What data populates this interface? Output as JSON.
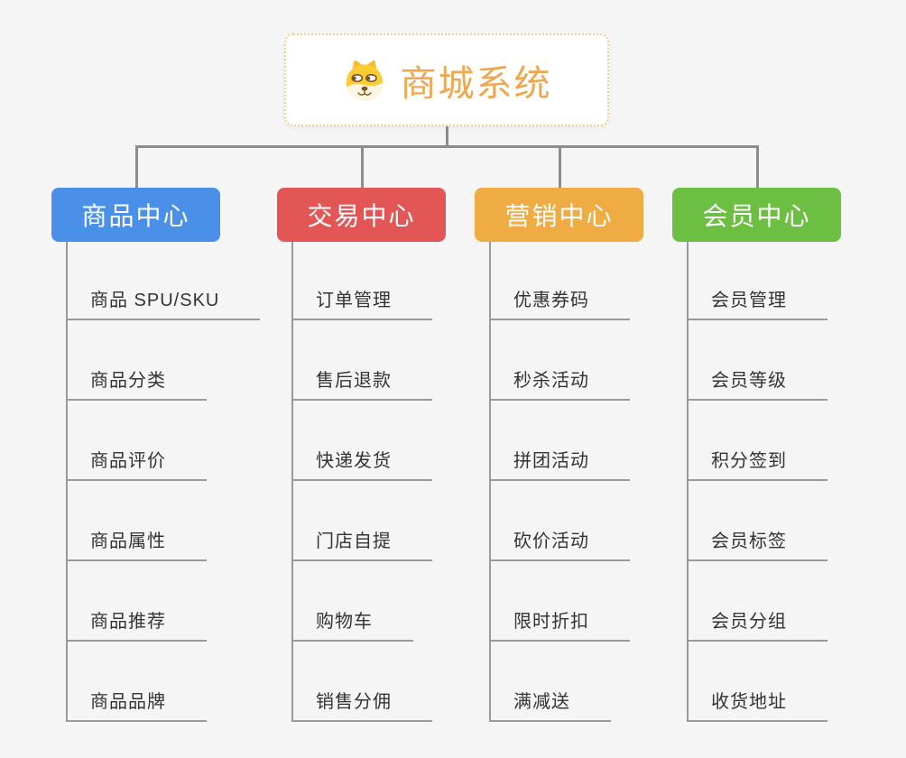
{
  "canvas": {
    "background": "#F5F5F6"
  },
  "colors": {
    "connector": "#8C8C8C",
    "child_line": "#999999",
    "child_text": "#333333"
  },
  "root": {
    "label": "商城系统",
    "icon": "shiba-dog-icon",
    "text_color": "#F0A64E",
    "border_color": "#F5CD8C",
    "background": "#FFFFFF"
  },
  "branches": [
    {
      "label": "商品中心",
      "color": "#4A90E8",
      "children": [
        "商品 SPU/SKU",
        "商品分类",
        "商品评价",
        "商品属性",
        "商品推荐",
        "商品品牌"
      ]
    },
    {
      "label": "交易中心",
      "color": "#E25756",
      "children": [
        "订单管理",
        "售后退款",
        "快递发货",
        "门店自提",
        "购物车",
        "销售分佣"
      ]
    },
    {
      "label": "营销中心",
      "color": "#EFAC42",
      "children": [
        "优惠券码",
        "秒杀活动",
        "拼团活动",
        "砍价活动",
        "限时折扣",
        "满减送"
      ]
    },
    {
      "label": "会员中心",
      "color": "#6DBF43",
      "children": [
        "会员管理",
        "会员等级",
        "积分签到",
        "会员标签",
        "会员分组",
        "收货地址"
      ]
    }
  ]
}
